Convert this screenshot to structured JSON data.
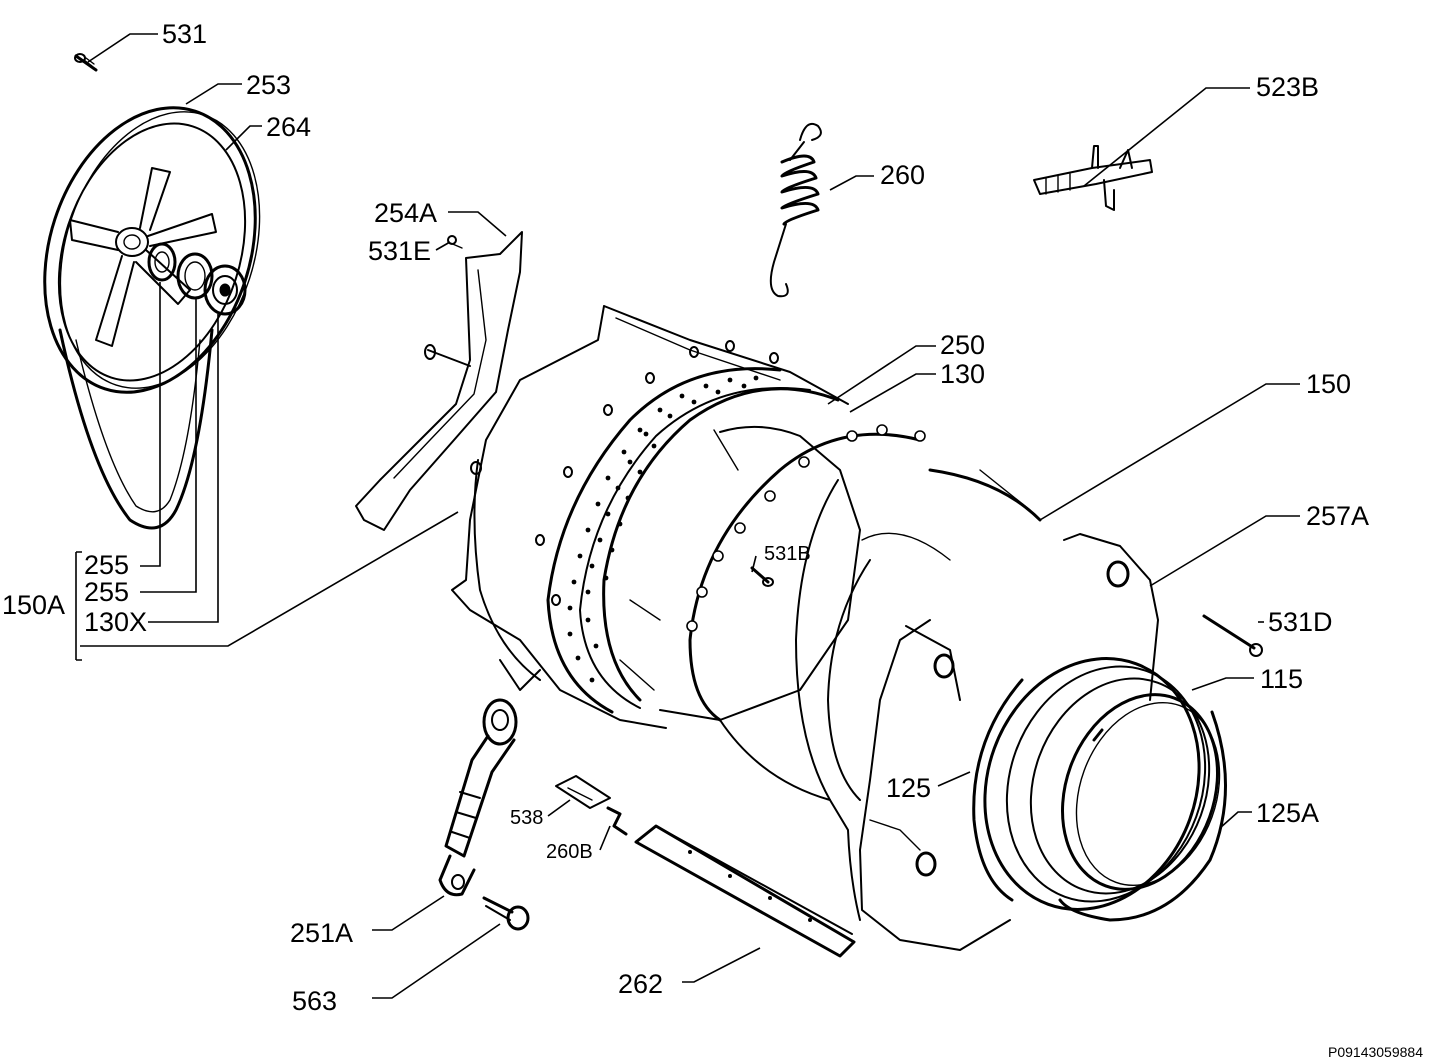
{
  "diagram": {
    "callouts": {
      "c531": "531",
      "c253": "253",
      "c264": "264",
      "c523B": "523B",
      "c260": "260",
      "c254A": "254A",
      "c531E": "531E",
      "c250": "250",
      "c130": "130",
      "c150": "150",
      "c257A": "257A",
      "c531B": "531B",
      "c531D": "531D",
      "c115": "115",
      "c125": "125",
      "c125A": "125A",
      "c255a": "255",
      "c255b": "255",
      "c130X": "130X",
      "c150A": "150A",
      "c538": "538",
      "c260B": "260B",
      "c251A": "251A",
      "c563": "563",
      "c262": "262"
    },
    "reference_code": "P09143059884"
  }
}
